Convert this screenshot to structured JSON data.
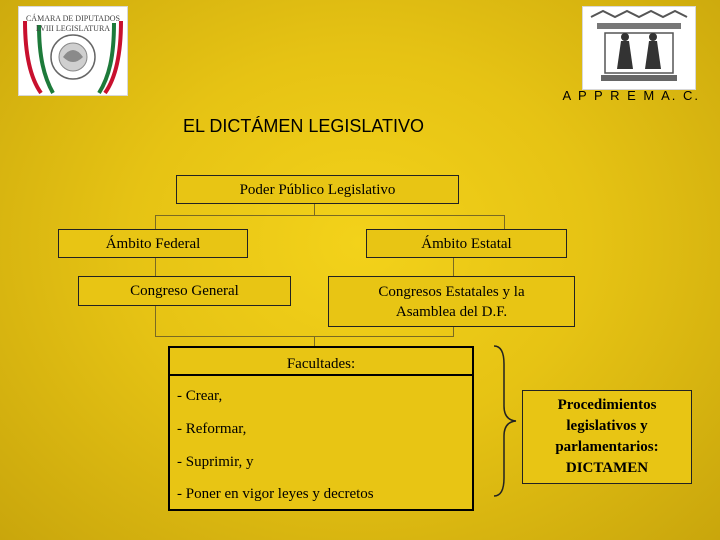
{
  "header": {
    "left_logo": {
      "text_lines": [
        "CÁMARA DE DIPUTADOS",
        "LVIII LEGISLATURA"
      ],
      "colors": [
        "#1d7a3a",
        "#c8102e"
      ]
    },
    "right_logo": {
      "caption": "APPREM",
      "colors": [
        "#555555"
      ]
    },
    "org_label": "A P P R E M  A. C."
  },
  "title": "EL DICTÁMEN LEGISLATIVO",
  "diagram": {
    "root": "Poder Público Legislativo",
    "federal": "Ámbito Federal",
    "estatal": "Ámbito Estatal",
    "congreso_general": "Congreso General",
    "congresos_estatales": [
      "Congresos Estatales y la",
      "Asamblea del D.F."
    ],
    "facultades": {
      "title": "Facultades:",
      "items": [
        "- Crear,",
        "- Reformar,",
        "- Suprimir, y",
        "- Poner en vigor leyes y decretos"
      ]
    },
    "procedimientos": [
      "Procedimientos",
      "legislativos y",
      "parlamentarios:",
      "DICTAMEN"
    ]
  },
  "colors": {
    "background": "#e6c314",
    "border": "#222222",
    "connector": "#7a6a22"
  }
}
